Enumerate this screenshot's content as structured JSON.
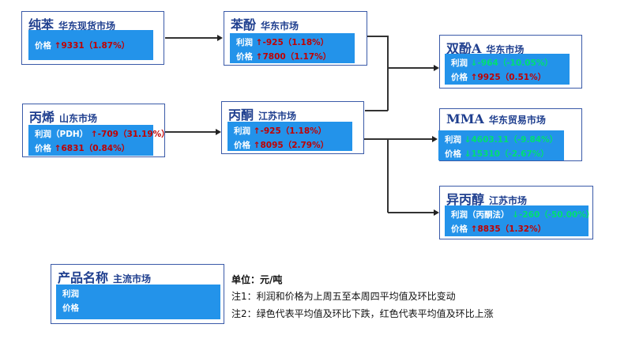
{
  "colors": {
    "border": "#3a5aa8",
    "panel": "#2393ea",
    "up": "#c00000",
    "down": "#00e070"
  },
  "nodes": [
    {
      "name": "纯苯",
      "market": "华东现货市场",
      "rows": [
        {
          "label": "价格",
          "dir": "up",
          "value": "9331（1.87%）"
        }
      ]
    },
    {
      "name": "苯酚",
      "market": "华东市场",
      "rows": [
        {
          "label": "利润",
          "dir": "up",
          "value": "-925（1.18%）"
        },
        {
          "label": "价格",
          "dir": "up",
          "value": "7800（1.17%）"
        }
      ]
    },
    {
      "name": "丙烯",
      "market": "山东市场",
      "rows": [
        {
          "label": "利润（PDH）",
          "dir": "up",
          "value": "-709（31.19%）"
        },
        {
          "label": "价格",
          "dir": "up",
          "value": "6831（0.84%）"
        }
      ]
    },
    {
      "name": "丙酮",
      "market": "江苏市场",
      "rows": [
        {
          "label": "利润",
          "dir": "up",
          "value": "-925（1.18%）"
        },
        {
          "label": "价格",
          "dir": "up",
          "value": "8095（2.79%）"
        }
      ]
    },
    {
      "name": "双酚A",
      "market": "华东市场",
      "rows": [
        {
          "label": "利润",
          "dir": "down",
          "value": "-964（-10.05%）"
        },
        {
          "label": "价格",
          "dir": "up",
          "value": "9925（0.51%）"
        }
      ]
    },
    {
      "name": "MMA",
      "market": "华东贸易市场",
      "rows": [
        {
          "label": "利润",
          "dir": "down",
          "value": "4603.11（-9.84%）"
        },
        {
          "label": "价格",
          "dir": "down",
          "value": "15310（-2.67%）"
        }
      ]
    },
    {
      "name": "异丙醇",
      "market": "江苏市场",
      "rows": [
        {
          "label": "利润（丙酮法）",
          "dir": "down",
          "value": "-260（-50.00%）"
        },
        {
          "label": "价格",
          "dir": "up",
          "value": "8835（1.32%）"
        }
      ]
    }
  ],
  "legend": {
    "name": "产品名称",
    "market": "主流市场",
    "rows": [
      "利润",
      "价格"
    ]
  },
  "notes": [
    "单位：元/吨",
    "注1：利润和价格为上周五至本周四平均值及环比变动",
    "注2：绿色代表平均值及环比下跌，红色代表平均值及环比上涨"
  ]
}
